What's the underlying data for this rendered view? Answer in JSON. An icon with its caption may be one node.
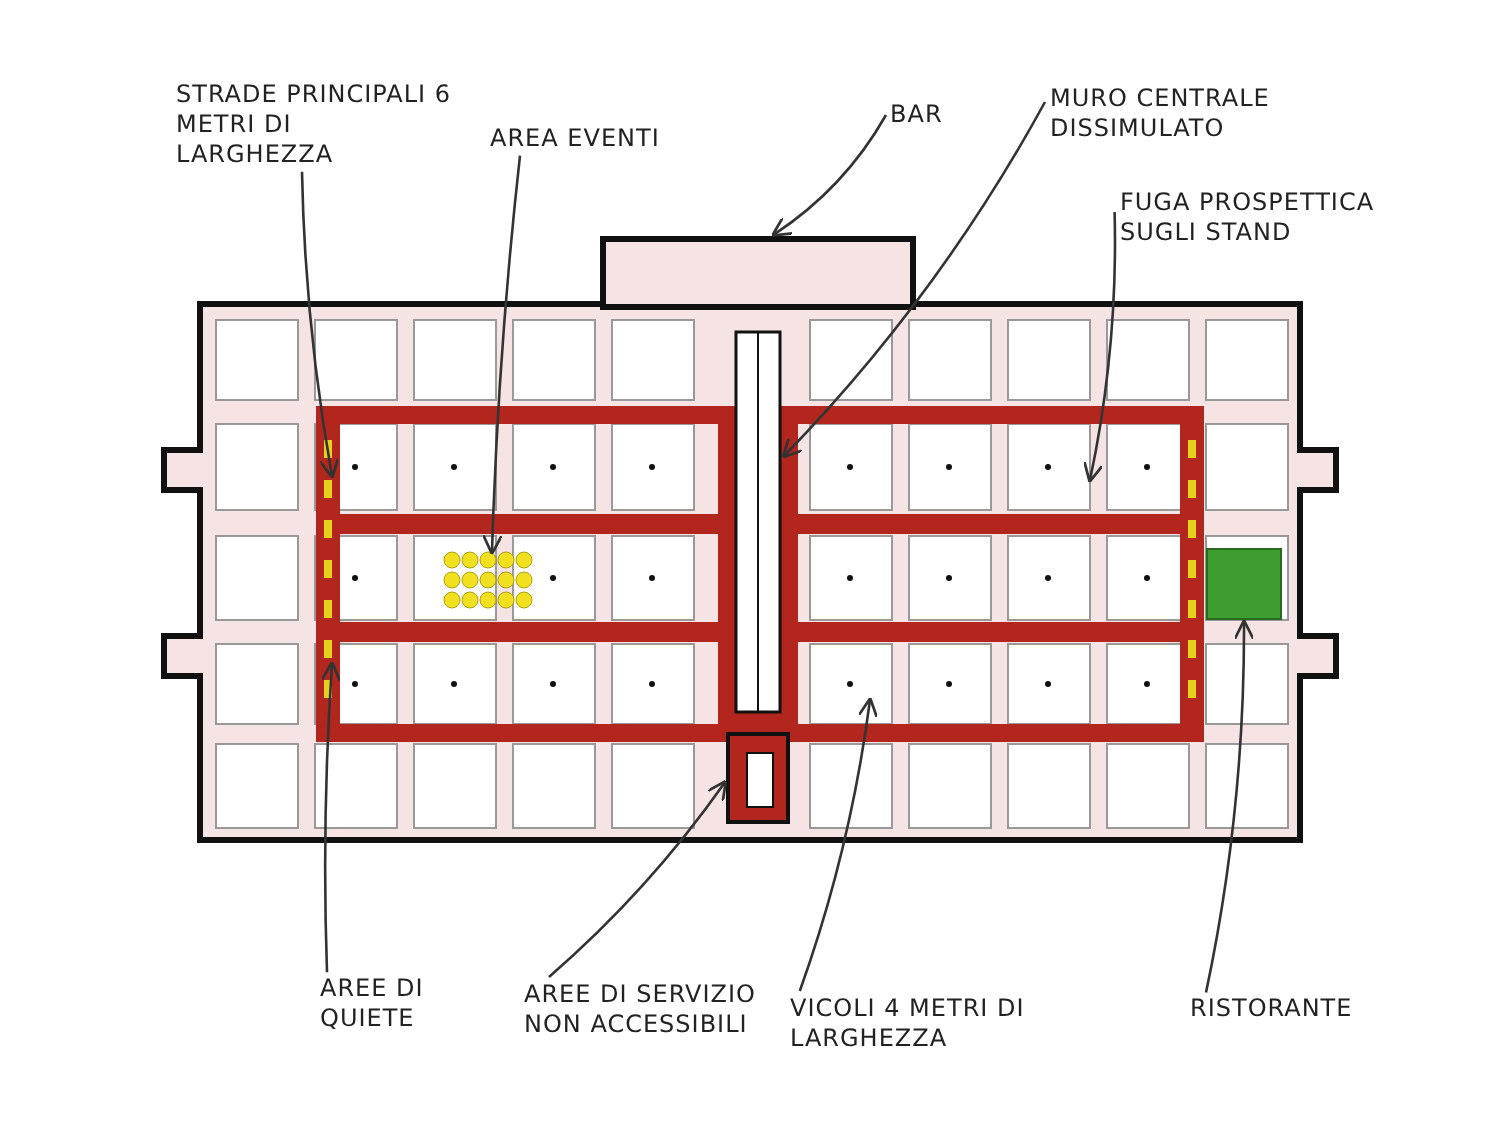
{
  "diagram": {
    "nodes": [
      {
        "text": [
          "STRADE PRINCIPALI 6 METRI DI LARGHEZZA"
        ]
      },
      {
        "text": [
          "AREA EVENTI"
        ]
      },
      {
        "text": [
          "BAR"
        ]
      },
      {
        "text": [
          "MURO CENTRALE DISSIMULATO"
        ]
      },
      {
        "text": [
          "FUGA PROSPETTICA SUGLI STAND"
        ]
      },
      {
        "text": [
          "AREE DI QUIETE"
        ]
      },
      {
        "text": [
          "AREE DI SERVIZIO NON ACCESSIBILI"
        ]
      },
      {
        "text": [
          "VICOLI 4 METRI DI LARGHEZZA"
        ]
      },
      {
        "text": [
          "RISTORANTE"
        ]
      },
      {
        "text": [],
        "shape": "box"
      },
      {
        "text": [],
        "shape": "box"
      },
      {
        "text": [],
        "shape": "box"
      }
    ],
    "edges": [
      {
        "from": 0,
        "to": null,
        "arrow": "to"
      },
      {
        "from": 1,
        "to": null,
        "arrow": "to"
      },
      {
        "from": 2,
        "to": 9,
        "arrow": "to"
      },
      {
        "from": 3,
        "to": null,
        "arrow": "to"
      },
      {
        "from": 4,
        "to": null,
        "arrow": "to"
      },
      {
        "from": 5,
        "to": null,
        "arrow": "to"
      },
      {
        "from": 6,
        "to": 10,
        "arrow": "to"
      },
      {
        "from": 7,
        "to": null,
        "arrow": "to"
      },
      {
        "from": 8,
        "to": 11,
        "arrow": "to"
      }
    ]
  }
}
